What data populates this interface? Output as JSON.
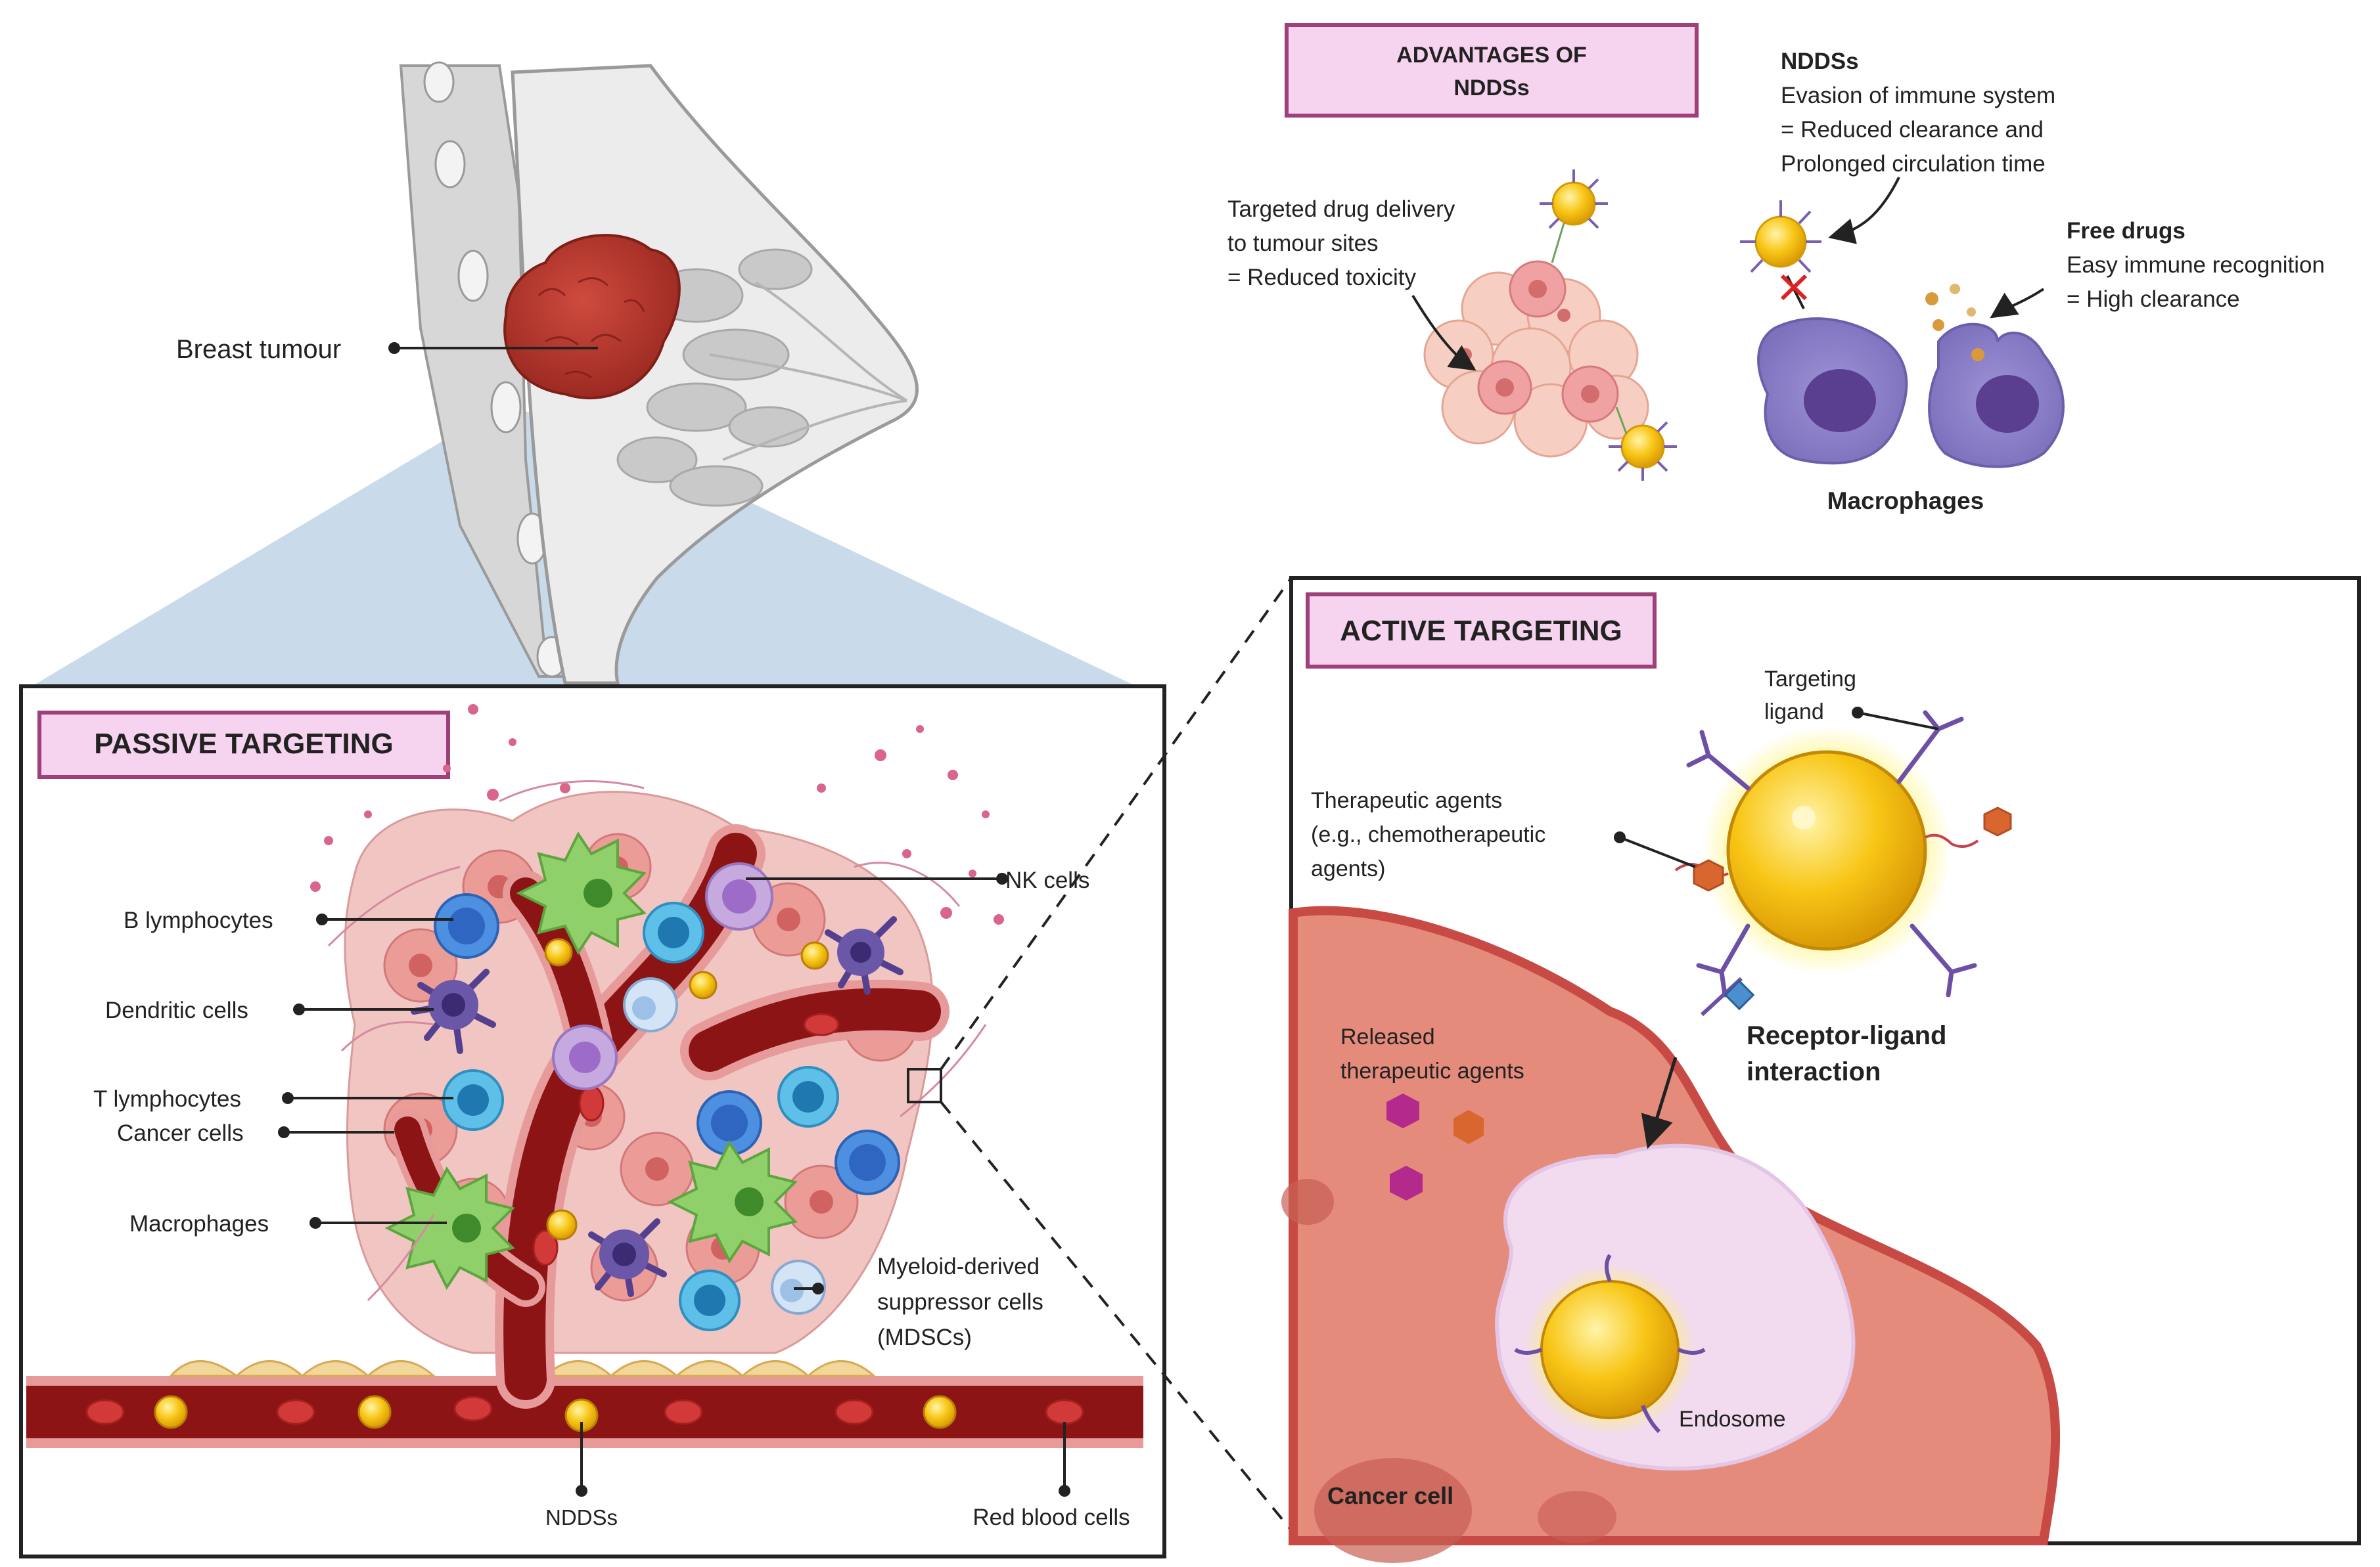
{
  "top_left": {
    "breast_tumour_label": "Breast tumour"
  },
  "advantages": {
    "title_line1": "ADVANTAGES OF",
    "title_line2": "NDDSs",
    "targeted_line1": "Targeted drug delivery",
    "targeted_line2": "to tumour sites",
    "targeted_line3": "= Reduced toxicity",
    "nddss_heading": "NDDSs",
    "nddss_line1": "Evasion of immune system",
    "nddss_line2": "= Reduced clearance and",
    "nddss_line3": "Prolonged circulation time",
    "free_heading": "Free drugs",
    "free_line1": "Easy immune recognition",
    "free_line2": "= High clearance",
    "macrophages_label": "Macrophages"
  },
  "passive": {
    "title": "PASSIVE TARGETING",
    "b_lymphocytes": "B lymphocytes",
    "dendritic_cells": "Dendritic cells",
    "t_lymphocytes": "T lymphocytes",
    "cancer_cells": "Cancer cells",
    "macrophages": "Macrophages",
    "nk_cells": "NK cells",
    "mdsc_line1": "Myeloid-derived",
    "mdsc_line2": "suppressor cells",
    "mdsc_line3": "(MDSCs)",
    "nddss": "NDDSs",
    "red_blood_cells": "Red blood cells"
  },
  "active": {
    "title": "ACTIVE TARGETING",
    "targeting_line1": "Targeting",
    "targeting_line2": "ligand",
    "therapeutic_line1": "Therapeutic agents",
    "therapeutic_line2": "(e.g., chemotherapeutic",
    "therapeutic_line3": "agents)",
    "released_line1": "Released",
    "released_line2": "therapeutic agents",
    "receptor_line1": "Receptor-ligand",
    "receptor_line2": "interaction",
    "endosome": "Endosome",
    "cancer_cell": "Cancer cell"
  },
  "colors": {
    "label_box_fill": "#f6d3ee",
    "label_box_border": "#a0407a",
    "tumour": "#b8372e",
    "vessel": "#8c1414",
    "vessel_wall": "#e79a9a",
    "nanoparticle": "#f5c21a",
    "macrophage": "#8a7fc7",
    "cancer_cell_bg": "#e28a79",
    "endosome": "#f2dbee",
    "hexagon_orange": "#d8662e",
    "hexagon_magenta": "#b4298c"
  }
}
